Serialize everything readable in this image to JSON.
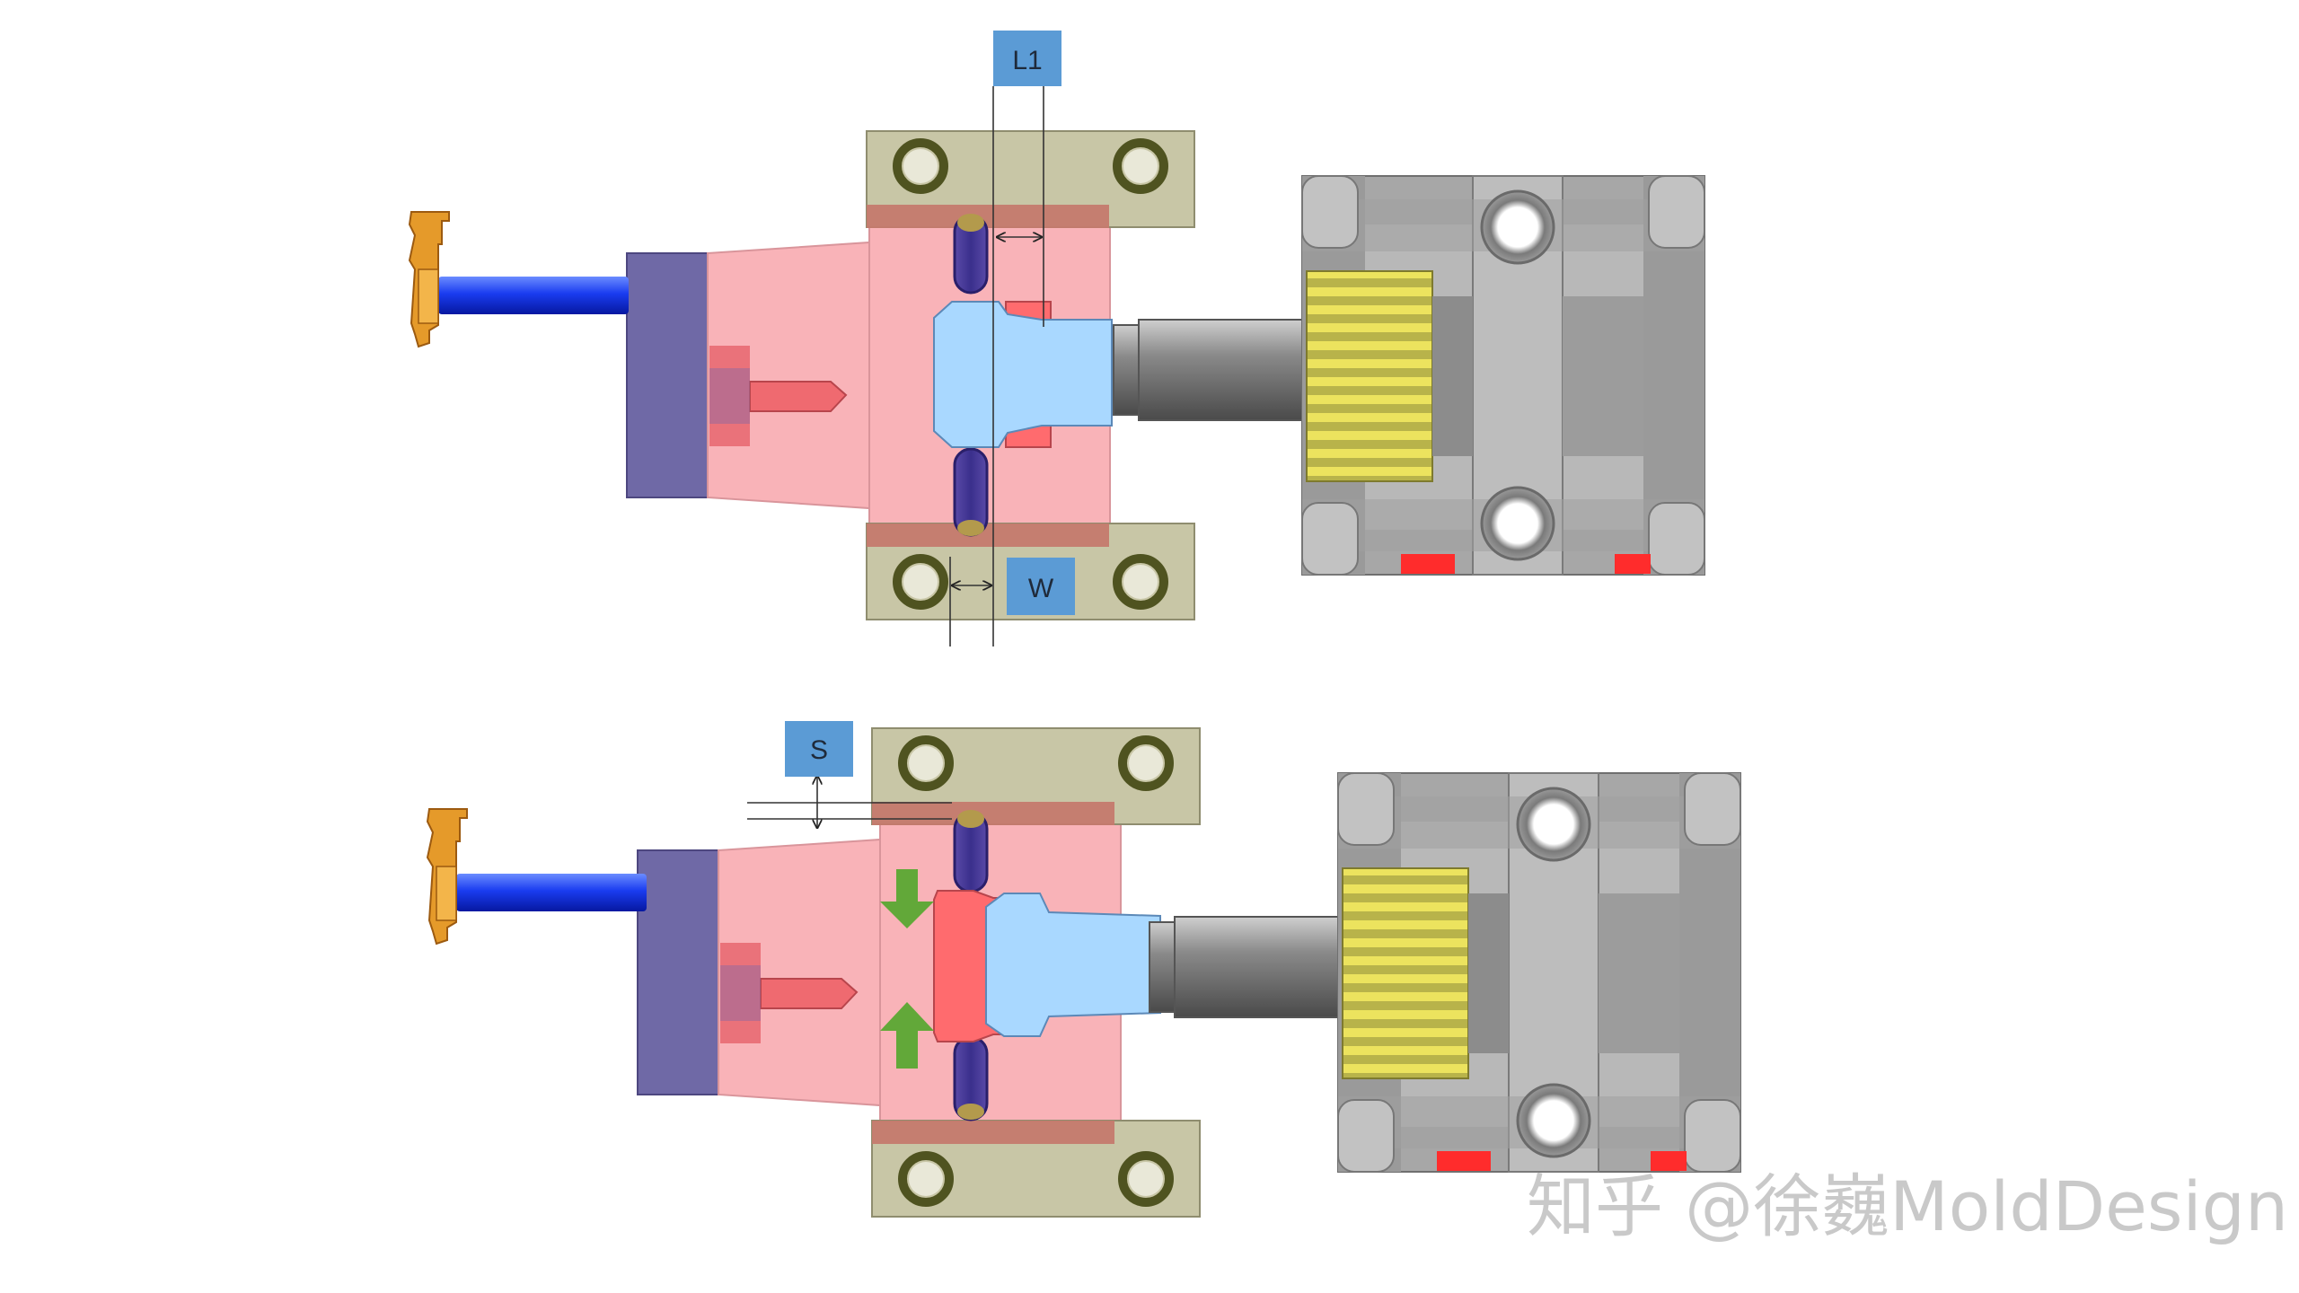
{
  "labels": {
    "l1": "L1",
    "w": "W",
    "s": "S"
  },
  "watermark": "知乎 @徐巍MoldDesign",
  "colors": {
    "pink_block": "#f9b3b8",
    "pink_edge": "#d47f86",
    "brown_strip": "#c57a6d",
    "olive_plate": "#c8c6a6",
    "purple_plate": "#6f69a6",
    "blue_rod": "#0a2fe0",
    "orange_part": "#e59a2a",
    "light_blue_core": "#a9d8ff",
    "red_insert": "#ff6b6e",
    "gray_body": "#a7a7a7",
    "yellow_stripe": "#e8e05a",
    "label_box": "#5b9bd5",
    "green_arrow": "#62a839"
  }
}
